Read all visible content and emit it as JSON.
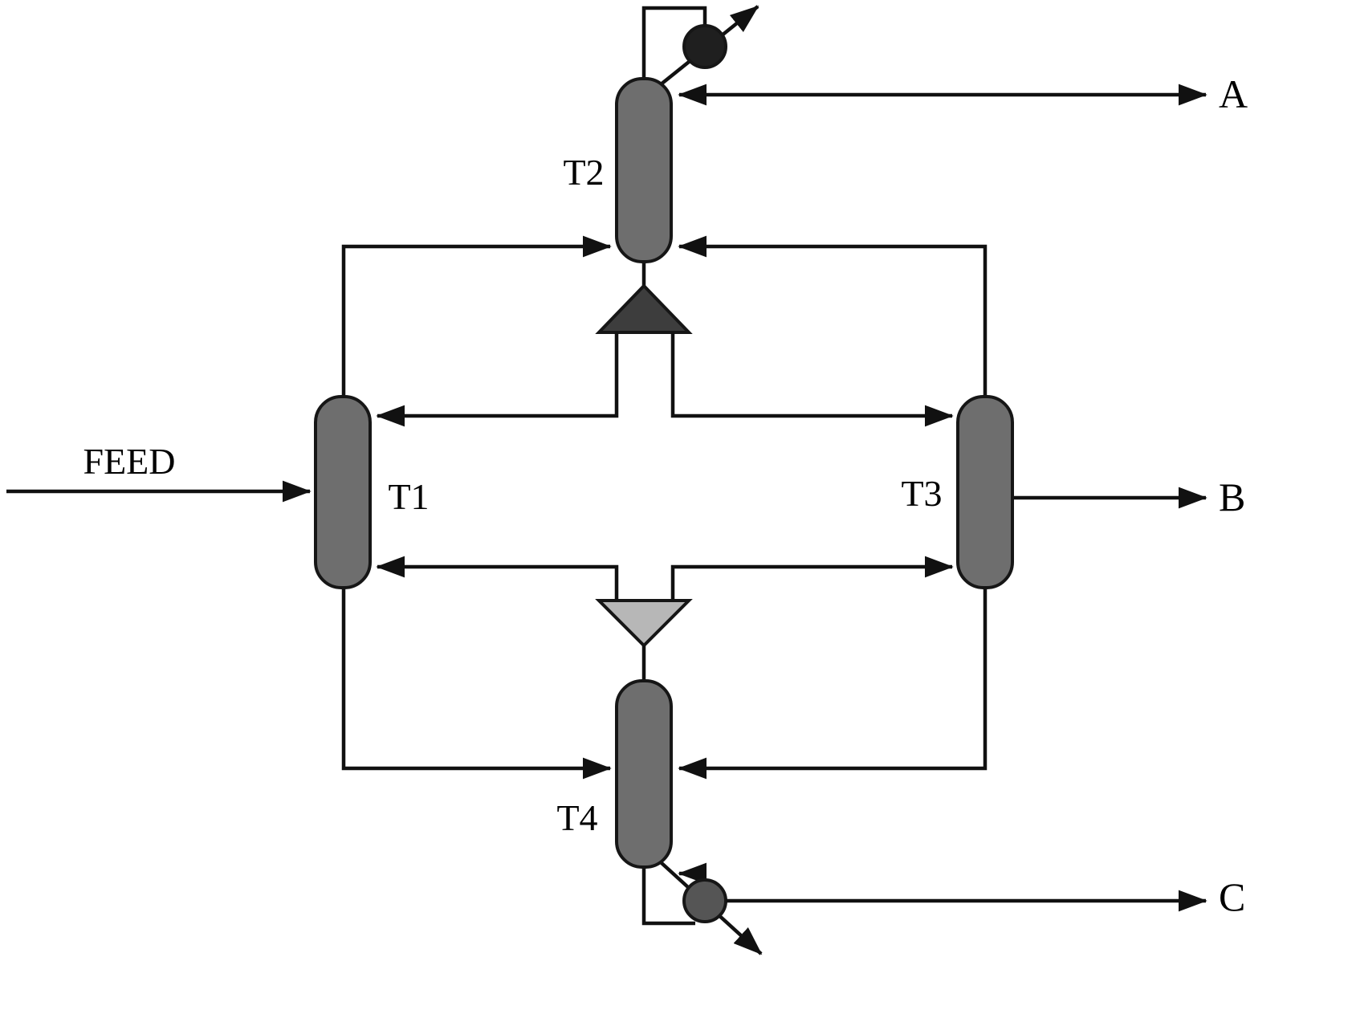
{
  "diagram": {
    "type": "process-flow-diagram",
    "description": "Four-column distillation sequence with feed, three products, condenser, reboiler, block arrow coupling",
    "columns": [
      {
        "id": "t1",
        "label": "T1"
      },
      {
        "id": "t2",
        "label": "T2"
      },
      {
        "id": "t3",
        "label": "T3"
      },
      {
        "id": "t4",
        "label": "T4"
      }
    ],
    "streams": {
      "feed": "FEED",
      "product_a": "A",
      "product_b": "B",
      "product_c": "C"
    },
    "colors": {
      "background": "#ffffff",
      "line": "#111111",
      "column_fill": "#6e6e6e",
      "column_stroke": "#161616",
      "up_triangle_fill": "#3d3d3d",
      "down_triangle_fill": "#b7b7b7",
      "condenser_fill": "#1f1f1f",
      "reboiler_fill": "#555555"
    }
  }
}
